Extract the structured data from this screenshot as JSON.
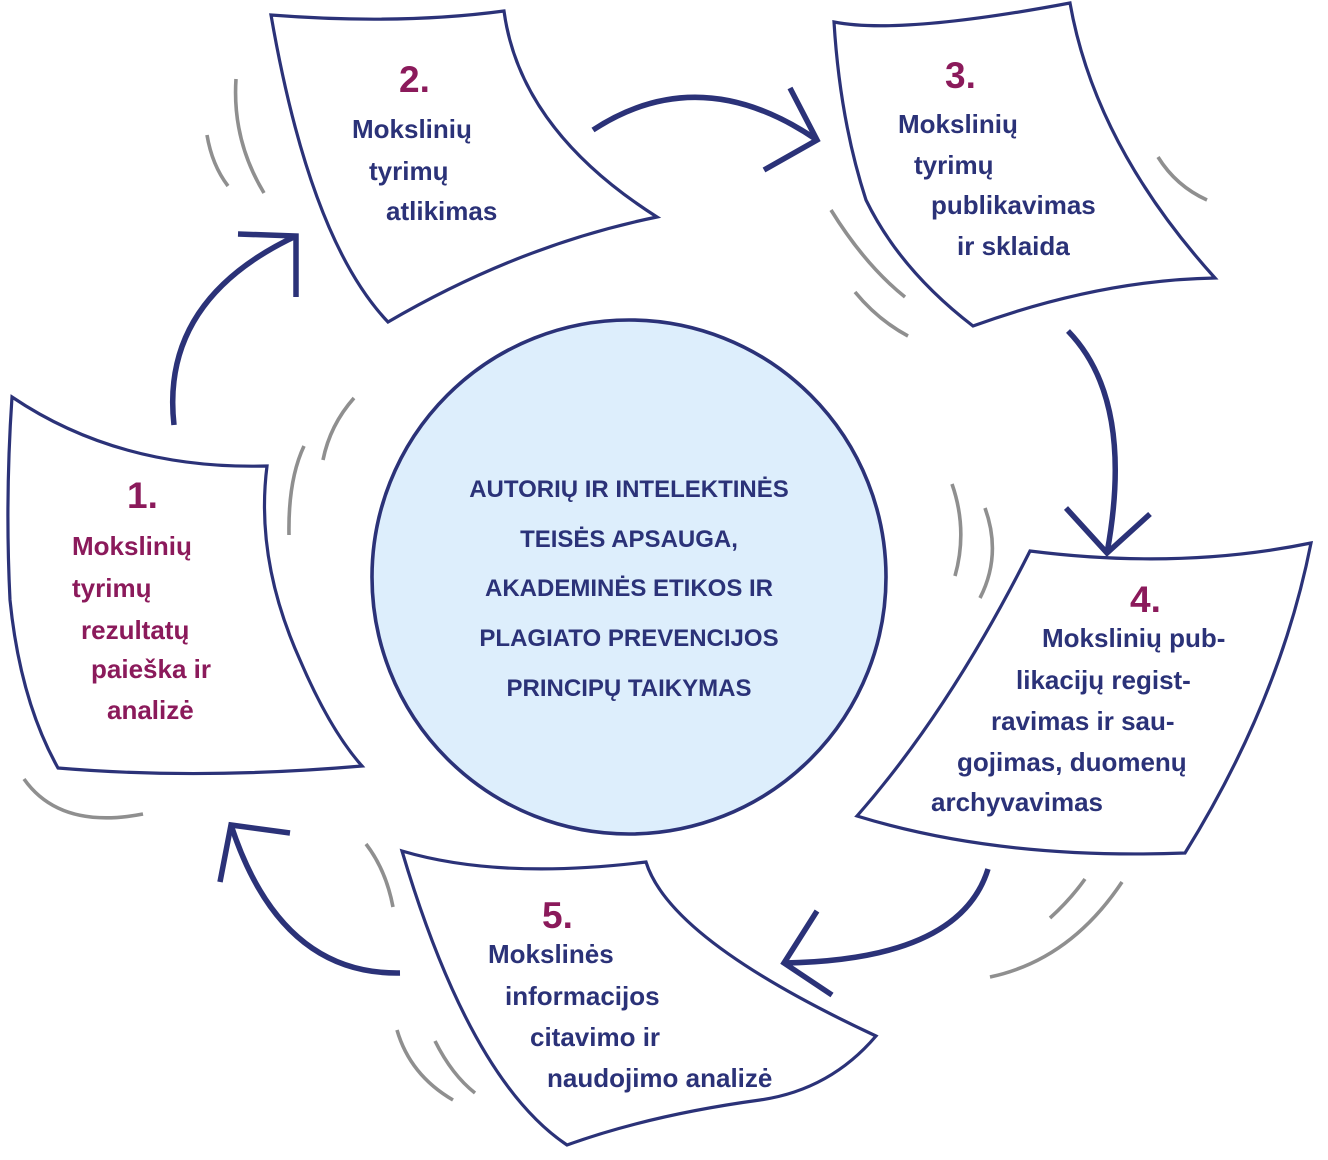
{
  "diagram": {
    "type": "cycle",
    "colors": {
      "outline": "#2B3278",
      "number": "#8B1A5B",
      "step1_text": "#8B1A5B",
      "step_text": "#2B3278",
      "hub_fill": "#DDEEFC",
      "motion_lines": "#8F8F8F"
    },
    "center": {
      "lines": [
        "AUTORIŲ IR INTELEKTINĖS",
        "TEISĖS APSAUGA,",
        "AKADEMINĖS ETIKOS IR",
        "PLAGIATO PREVENCIJOS",
        "PRINCIPŲ TAIKYMAS"
      ]
    },
    "steps": [
      {
        "number": "1.",
        "lines": [
          "Mokslinių",
          "tyrimų",
          "rezultatų",
          "paieška ir",
          "analizė"
        ]
      },
      {
        "number": "2.",
        "lines": [
          "Mokslinių",
          "tyrimų",
          "atlikimas"
        ]
      },
      {
        "number": "3.",
        "lines": [
          "Mokslinių",
          "tyrimų",
          "publikavimas",
          "ir sklaida"
        ]
      },
      {
        "number": "4.",
        "lines": [
          "Mokslinių pub-",
          "likacijų regist-",
          "ravimas ir sau-",
          "gojimas, duomenų",
          "archyvavimas"
        ]
      },
      {
        "number": "5.",
        "lines": [
          "Mokslinės",
          "informacijos",
          "citavimo ir",
          "naudojimo analizė"
        ]
      }
    ],
    "flow": [
      {
        "from": "1.",
        "to": "2."
      },
      {
        "from": "2.",
        "to": "3."
      },
      {
        "from": "3.",
        "to": "4."
      },
      {
        "from": "4.",
        "to": "5."
      },
      {
        "from": "5.",
        "to": "1."
      }
    ]
  }
}
